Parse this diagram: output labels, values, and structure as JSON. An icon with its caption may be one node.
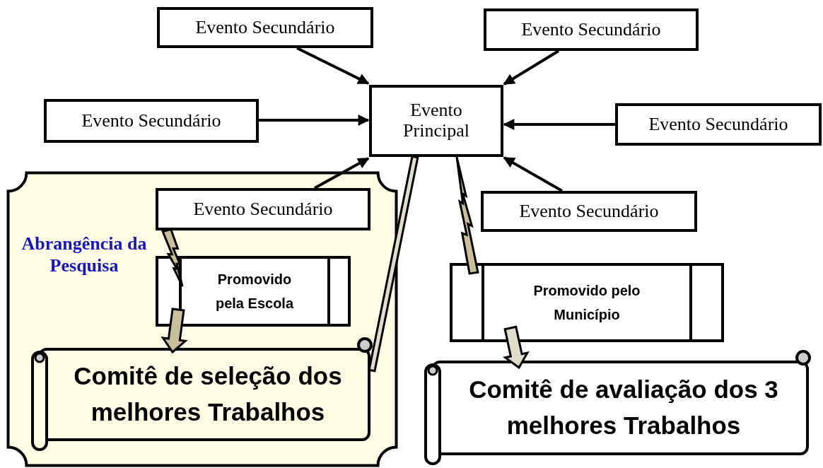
{
  "diagram": {
    "nodes": [
      {
        "text": [
          "Evento Secundário"
        ]
      },
      {
        "text": [
          "Evento Secundário"
        ]
      },
      {
        "text": [
          "Evento Secundário"
        ]
      },
      {
        "text": [
          "Evento Principal"
        ]
      },
      {
        "text": [
          "Evento Secundário"
        ]
      },
      {
        "text": [
          "Abrangência da Pesquisa"
        ]
      },
      {
        "text": [
          "Evento Secundário"
        ],
        "in": 5
      },
      {
        "text": [
          "Promovido pela Escola"
        ],
        "in": 5
      },
      {
        "text": [
          "Comitê de seleção dos melhores Trabalhos"
        ],
        "in": 5
      },
      {
        "text": [
          "Evento Secundário"
        ]
      },
      {
        "text": [
          "Promovido pelo Município"
        ]
      },
      {
        "text": [
          "Comitê de avaliação dos 3 melhores Trabalhos"
        ]
      }
    ],
    "edges": [
      {
        "from": 0,
        "to": 3,
        "arrow": "to"
      },
      {
        "from": 1,
        "to": 3,
        "arrow": "to"
      },
      {
        "from": 2,
        "to": 3,
        "arrow": "to"
      },
      {
        "from": 4,
        "to": 3,
        "arrow": "to"
      },
      {
        "from": 6,
        "to": 3,
        "arrow": "to"
      },
      {
        "from": 9,
        "to": 3,
        "arrow": "to"
      },
      {
        "from": 6,
        "to": 7,
        "arrow": "to",
        "style": "thick",
        "color": "#c9c09a"
      },
      {
        "from": 7,
        "to": 8,
        "arrow": "to",
        "color": "#c9c09a"
      },
      {
        "from": 8,
        "to": 3,
        "arrow": "none",
        "color": "#e2dccb"
      },
      {
        "from": 10,
        "to": 3,
        "arrow": "to",
        "style": "thick",
        "color": "#c9c09a"
      },
      {
        "from": 10,
        "to": 11,
        "arrow": "to",
        "color": "#e2dccb"
      }
    ]
  }
}
